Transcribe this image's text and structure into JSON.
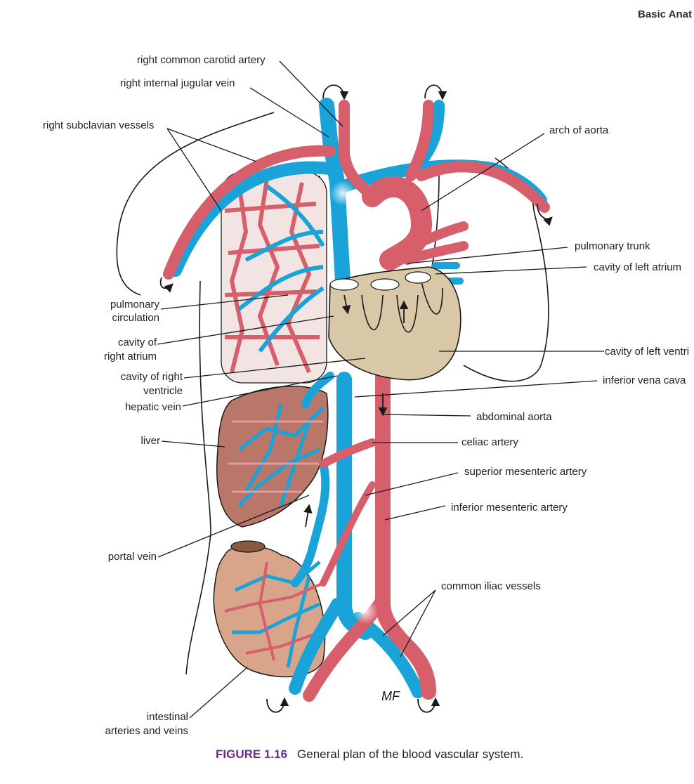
{
  "header": {
    "running_title": "Basic Anat"
  },
  "colors": {
    "artery": "#d65f6b",
    "vein": "#1aa3d8",
    "heart": "#d8c8a8",
    "liver": "#b9776a",
    "intestine": "#d9a58a",
    "outline": "#1a1a1a"
  },
  "labels": {
    "right_common_carotid_artery": "right common carotid artery",
    "right_internal_jugular_vein": "right internal jugular vein",
    "right_subclavian_vessels": "right subclavian vessels",
    "arch_of_aorta": "arch of aorta",
    "pulmonary_trunk": "pulmonary trunk",
    "cavity_of_left_atrium": "cavity of left atrium",
    "pulmonary_circulation_1": "pulmonary",
    "pulmonary_circulation_2": "circulation",
    "cavity_right_atrium_1": "cavity of",
    "cavity_right_atrium_2": "right atrium",
    "cavity_of_left_ventricle": "cavity of left ventri",
    "cavity_right_ventricle_1": "cavity of right",
    "cavity_right_ventricle_2": "ventricle",
    "inferior_vena_cava": "inferior vena cava",
    "hepatic_vein": "hepatic vein",
    "abdominal_aorta": "abdominal aorta",
    "liver": "liver",
    "celiac_artery": "celiac artery",
    "superior_mesenteric_artery": "superior mesenteric artery",
    "inferior_mesenteric_artery": "inferior mesenteric artery",
    "portal_vein": "portal vein",
    "common_iliac_vessels": "common iliac vessels",
    "intestinal_1": "intestinal",
    "intestinal_2": "arteries and veins"
  },
  "signature": "MF",
  "caption": {
    "number": "FIGURE 1.16",
    "text": "General plan of the blood vascular system."
  }
}
